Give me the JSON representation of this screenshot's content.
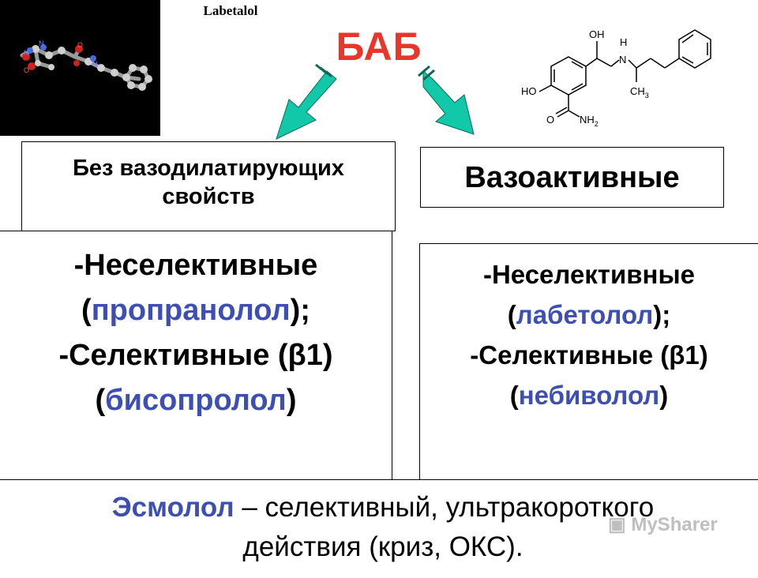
{
  "header": {
    "molecule_caption": "Labetalol",
    "title": "БАБ",
    "title_color": "#e8372a",
    "arrow_color": "#11c8a8"
  },
  "structure_labels": {
    "oh_top": "OH",
    "h": "H",
    "n": "N",
    "ho": "HO",
    "ch3": "CH",
    "ch3_sub": "3",
    "o": "O",
    "nh2": "NH",
    "nh2_sub": "2"
  },
  "model_atom_labels": {
    "n1": "N",
    "o1": "O",
    "n2": "N",
    "o2": "O",
    "n3": "N"
  },
  "categories": {
    "left_header": {
      "line1": "Без вазодилатирующих",
      "line2": "свойств"
    },
    "right_header": "Вазоактивные"
  },
  "left_box": {
    "nonselective": "-Неселективные",
    "paren_open": "(",
    "drug1": "пропранолол",
    "paren_close1": ");",
    "selective": "-Селективные (β1)",
    "paren_open2": "(",
    "drug2": "бисопролол",
    "paren_close2": ")"
  },
  "right_box": {
    "nonselective": "-Неселективные",
    "paren_open": "(",
    "drug1": "лабетолол",
    "paren_close1": ");",
    "selective": "-Селективные (β1)",
    "paren_open2": "(",
    "drug2": "небиволол",
    "paren_close2": ")"
  },
  "bottom": {
    "drug": "Эсмолол",
    "rest_line1": " – селективный, ультракороткого",
    "line2": "действия (криз, ОКС)."
  },
  "watermark": {
    "text": "MySharer"
  },
  "colors": {
    "drug_blue": "#3d4fb3",
    "red": "#e8372a"
  }
}
